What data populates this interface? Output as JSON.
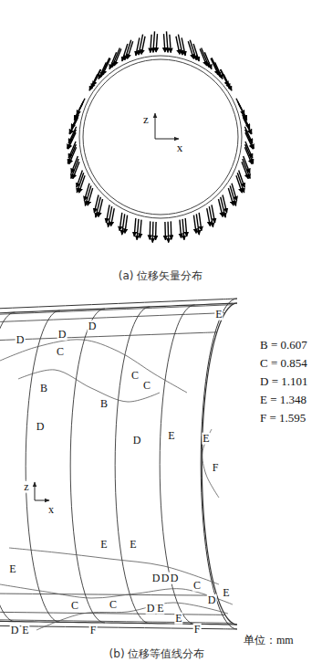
{
  "diagram": {
    "labels": [
      "z",
      "x",
      "(a) 位移矢量分布",
      "E",
      "D",
      "D",
      "D",
      "C",
      "C",
      "C",
      "B",
      "B",
      "D",
      "D",
      "E",
      "E",
      "F",
      "z",
      "x",
      "E",
      "E",
      "E",
      "D",
      "D",
      "D",
      "C",
      "D",
      "E",
      "C",
      "C",
      "D",
      "E",
      "E",
      "D",
      "E",
      "F",
      "F",
      "B = 0.607",
      "C = 0.854",
      "D = 1.101",
      "E = 1.348",
      "F = 1.595",
      "单位：mm",
      "(b) 位移等值线分布"
    ]
  }
}
